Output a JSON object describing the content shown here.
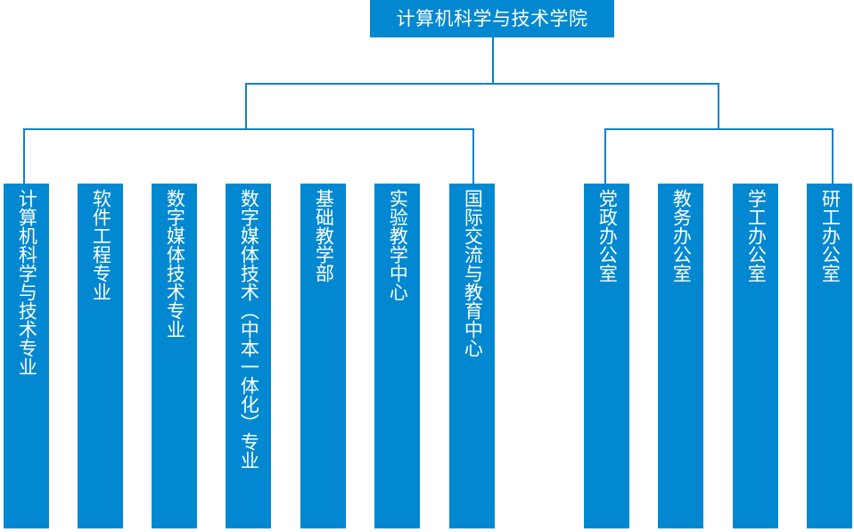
{
  "diagram": {
    "title": "计算机科学与技术学院",
    "type": "organizational-chart",
    "orientation": "top-down",
    "colors": {
      "node_fill": "#0288d1",
      "node_text": "#ffffff",
      "connector": "#0b82c8",
      "background": "#ffffff"
    },
    "root": {
      "label": "计算机科学与技术学院"
    },
    "groups": [
      {
        "name": "academic-group",
        "nodes": [
          {
            "label": "计算机科学与技术专业"
          },
          {
            "label": "软件工程专业"
          },
          {
            "label": "数字媒体技术专业"
          },
          {
            "label": "数字媒体技术（中本一体化）专业"
          },
          {
            "label": "基础教学部"
          },
          {
            "label": "实验教学中心"
          },
          {
            "label": "国际交流与教育中心"
          }
        ]
      },
      {
        "name": "administrative-group",
        "nodes": [
          {
            "label": "党政办公室"
          },
          {
            "label": "教务办公室"
          },
          {
            "label": "学工办公室"
          },
          {
            "label": "研工办公室"
          }
        ]
      }
    ]
  }
}
